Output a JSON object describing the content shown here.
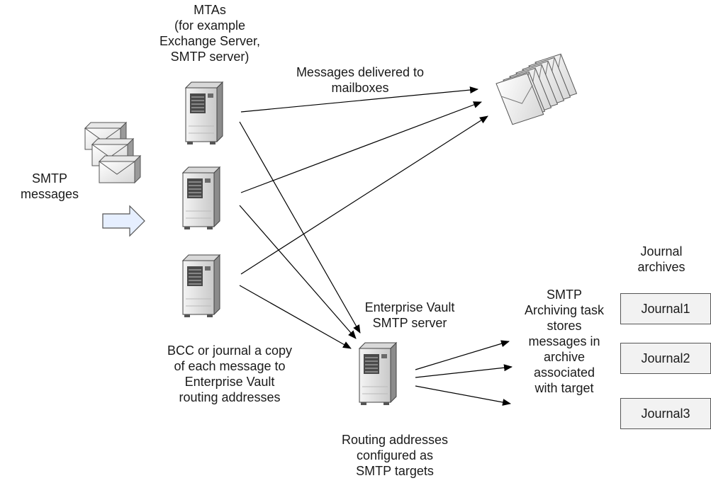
{
  "labels": {
    "mtas": "MTAs\n(for example\nExchange Server,\nSMTP server)",
    "messages_delivered": "Messages delivered to\nmailboxes",
    "smtp_messages": "SMTP\nmessages",
    "bcc_journal": "BCC or journal a copy\nof each message to\nEnterprise Vault\nrouting addresses",
    "ev_smtp_server": "Enterprise Vault\nSMTP server",
    "archiving_task": "SMTP\nArchiving task\nstores\nmessages in\narchive\nassociated\nwith target",
    "routing_addresses": "Routing addresses\nconfigured as\nSMTP targets",
    "journal_archives": "Journal\narchives"
  },
  "journals": [
    "Journal1",
    "Journal2",
    "Journal3"
  ]
}
